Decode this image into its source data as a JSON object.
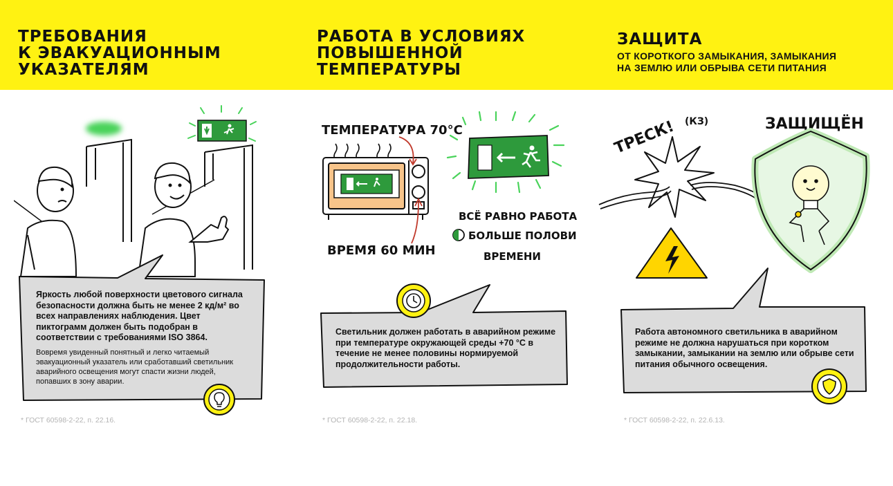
{
  "columns": [
    {
      "title_lines": [
        "ТРЕБОВАНИЯ",
        "К ЭВАКУАЦИОННЫМ",
        "УКАЗАТЕЛЯМ"
      ],
      "bubble_main": "Яркость любой поверхности цветового сигнала безопасности должна быть не менее 2 кд/м² во всех направлениях наблюдения. Цвет пиктограмм должен быть подобран в соответствии с требованиями ISO 3864.",
      "bubble_small": "Вовремя увиденный понятный и легко читаемый эвакуационный указатель или сработавший светильник аварийного освещения могут спасти жизни людей, попавших в зону аварии.",
      "badge_icon": "lightbulb-icon",
      "footnote": "* ГОСТ 60598-2-22, п. 22.16."
    },
    {
      "title_lines": [
        "РАБОТА В УСЛОВИЯХ",
        "ПОВЫШЕННОЙ",
        "ТЕМПЕРАТУРЫ"
      ],
      "sketch_labels": {
        "temperature": "ТЕМПЕРАТУРА 70°С",
        "time": "ВРЕМЯ 60 МИН",
        "still_working": "ВСЁ РАВНО РАБОТАЮ",
        "more_than_half": "БОЛЬШЕ ПОЛОВИНЫ",
        "of_time": "ВРЕМЕНИ"
      },
      "bubble_main": "Светильник должен работать в аварийном режиме при температуре окружающей среды +70 °С в течение не менее половины нормируемой продолжительности работы.",
      "badge_icon": "clock-icon",
      "footnote": "* ГОСТ 60598-2-22, п. 22.18."
    },
    {
      "title": "ЗАЩИТА",
      "subtitle_lines": [
        "ОТ КОРОТКОГО ЗАМЫКАНИЯ, ЗАМЫКАНИЯ",
        "НА ЗЕМЛЮ ИЛИ ОБРЫВА СЕТИ ПИТАНИЯ"
      ],
      "sketch_labels": {
        "crack": "ТРЕСК!",
        "kz": "(КЗ)",
        "protected": "ЗАЩИЩЁН"
      },
      "bubble_main": "Работа автономного светильника в аварийном режиме не должна нарушаться при коротком замыкании, замыкании на землю или обрыве сети питания обычного освещения.",
      "badge_icon": "shield-icon",
      "footnote": "* ГОСТ 60598-2-22, п. 22.6.13."
    }
  ],
  "colors": {
    "band": "#fff212",
    "bubble": "#dcdcdc",
    "green": "#2e9a3c",
    "glow": "#49d35a",
    "warning": "#ffd500",
    "footnote": "#b3b3b3"
  }
}
